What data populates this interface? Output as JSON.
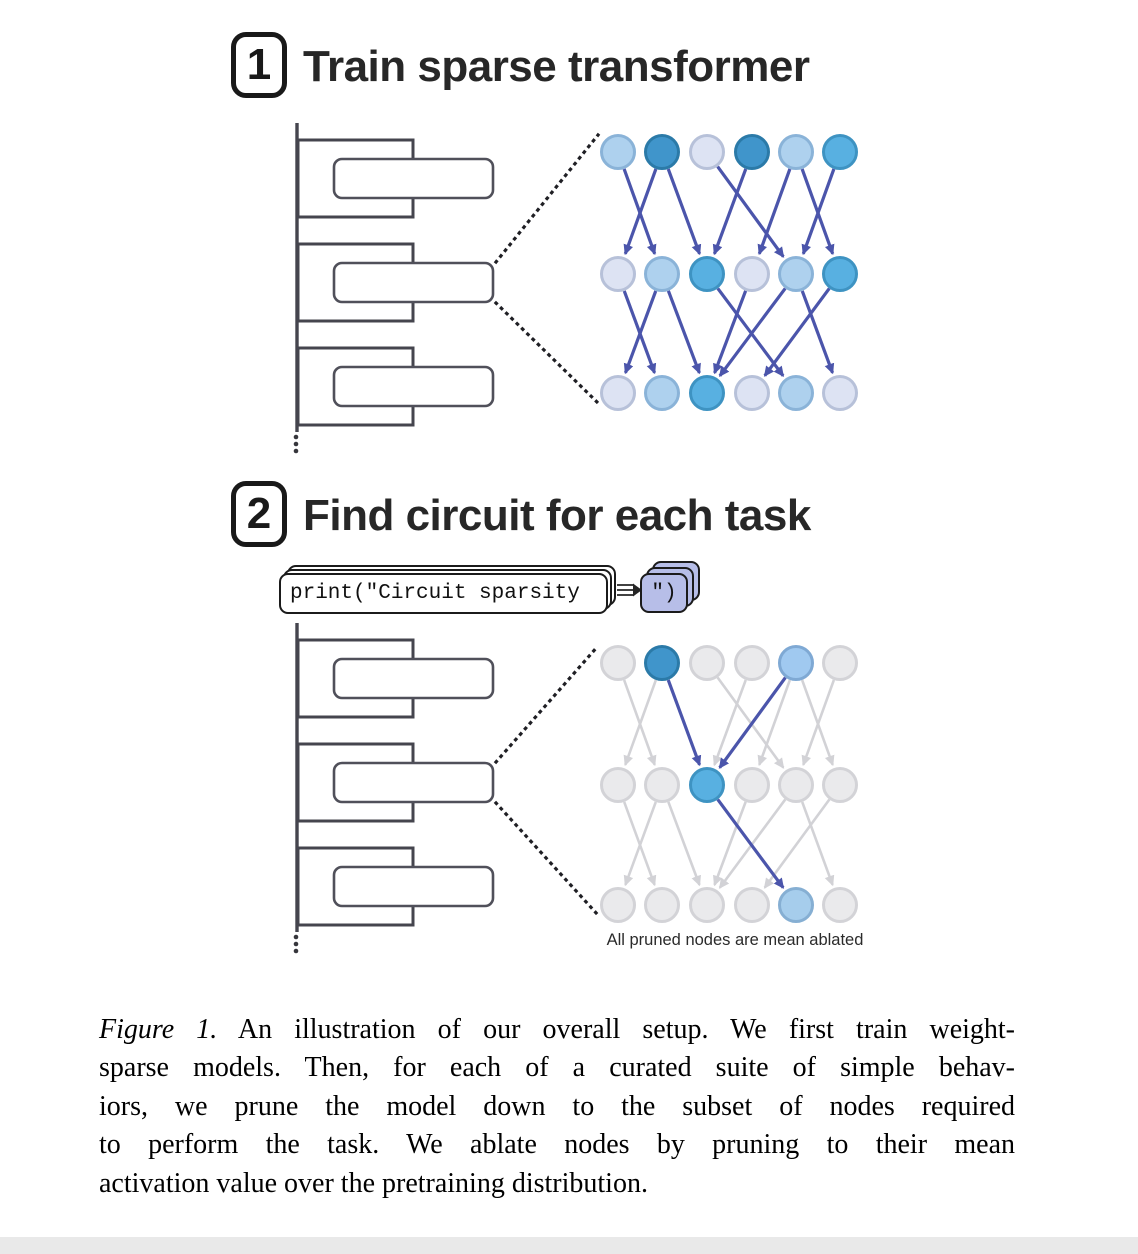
{
  "sections": [
    {
      "badge": "1",
      "title": "Train sparse transformer"
    },
    {
      "badge": "2",
      "title": "Find circuit for each task"
    }
  ],
  "code_card": {
    "text": "print(\"Circuit sparsity",
    "result": "\")"
  },
  "note": "All pruned nodes are mean ablated",
  "caption": {
    "label": "Figure 1.",
    "lines": [
      " An illustration of our overall setup. We first train weight-",
      "sparse models. Then, for each of a curated suite of simple behav-",
      "iors, we prune the model down to the subset of nodes required",
      "to perform the task.  We ablate nodes by pruning to their mean",
      "activation value over the pretraining distribution."
    ]
  },
  "palette": {
    "dark": {
      "fill": "#4095cb",
      "stroke": "#2b7aa8"
    },
    "medium": {
      "fill": "#58b0e1",
      "stroke": "#3e93c2"
    },
    "light": {
      "fill": "#aed1ee",
      "stroke": "#8ab3d8"
    },
    "pale": {
      "fill": "#dde3f3",
      "stroke": "#b7c1d9"
    },
    "light2": {
      "fill": "#a0c9f0",
      "stroke": "#7fa9d4"
    },
    "light3": {
      "fill": "#a6cdec",
      "stroke": "#86afd3"
    },
    "gray": {
      "fill": "#eaeaec",
      "stroke": "#d3d3d7"
    },
    "edge_active": "#4b55ab",
    "edge_gray": "#d2d2d6",
    "block_stroke": "#45454e",
    "dotted_line": "#1f1f24"
  },
  "networks": [
    {
      "name": "trained-network",
      "rows": [
        [
          "light",
          "dark",
          "pale",
          "dark",
          "light",
          "medium"
        ],
        [
          "pale",
          "light",
          "medium",
          "pale",
          "light",
          "medium"
        ],
        [
          "pale",
          "light",
          "medium",
          "pale",
          "light",
          "pale"
        ]
      ],
      "edges": [
        {
          "f": [
            0,
            0
          ],
          "t": [
            1,
            1
          ],
          "on": true
        },
        {
          "f": [
            0,
            1
          ],
          "t": [
            1,
            0
          ],
          "on": true
        },
        {
          "f": [
            0,
            1
          ],
          "t": [
            1,
            2
          ],
          "on": true
        },
        {
          "f": [
            0,
            2
          ],
          "t": [
            1,
            4
          ],
          "on": true
        },
        {
          "f": [
            0,
            3
          ],
          "t": [
            1,
            2
          ],
          "on": true
        },
        {
          "f": [
            0,
            4
          ],
          "t": [
            1,
            3
          ],
          "on": true
        },
        {
          "f": [
            0,
            4
          ],
          "t": [
            1,
            5
          ],
          "on": true
        },
        {
          "f": [
            0,
            5
          ],
          "t": [
            1,
            4
          ],
          "on": true
        },
        {
          "f": [
            1,
            0
          ],
          "t": [
            2,
            1
          ],
          "on": true
        },
        {
          "f": [
            1,
            1
          ],
          "t": [
            2,
            0
          ],
          "on": true
        },
        {
          "f": [
            1,
            1
          ],
          "t": [
            2,
            2
          ],
          "on": true
        },
        {
          "f": [
            1,
            2
          ],
          "t": [
            2,
            4
          ],
          "on": true
        },
        {
          "f": [
            1,
            3
          ],
          "t": [
            2,
            2
          ],
          "on": true
        },
        {
          "f": [
            1,
            4
          ],
          "t": [
            2,
            2
          ],
          "on": true
        },
        {
          "f": [
            1,
            4
          ],
          "t": [
            2,
            5
          ],
          "on": true
        },
        {
          "f": [
            1,
            5
          ],
          "t": [
            2,
            3
          ],
          "on": true
        }
      ]
    },
    {
      "name": "pruned-circuit-network",
      "rows": [
        [
          "gray",
          "dark",
          "gray",
          "gray",
          "light2",
          "gray"
        ],
        [
          "gray",
          "gray",
          "medium",
          "gray",
          "gray",
          "gray"
        ],
        [
          "gray",
          "gray",
          "gray",
          "gray",
          "light3",
          "gray"
        ]
      ],
      "edges": [
        {
          "f": [
            0,
            0
          ],
          "t": [
            1,
            1
          ],
          "on": false
        },
        {
          "f": [
            0,
            1
          ],
          "t": [
            1,
            0
          ],
          "on": false
        },
        {
          "f": [
            0,
            2
          ],
          "t": [
            1,
            4
          ],
          "on": false
        },
        {
          "f": [
            0,
            3
          ],
          "t": [
            1,
            2
          ],
          "on": false
        },
        {
          "f": [
            0,
            4
          ],
          "t": [
            1,
            3
          ],
          "on": false
        },
        {
          "f": [
            0,
            4
          ],
          "t": [
            1,
            5
          ],
          "on": false
        },
        {
          "f": [
            0,
            5
          ],
          "t": [
            1,
            4
          ],
          "on": false
        },
        {
          "f": [
            1,
            0
          ],
          "t": [
            2,
            1
          ],
          "on": false
        },
        {
          "f": [
            1,
            1
          ],
          "t": [
            2,
            0
          ],
          "on": false
        },
        {
          "f": [
            1,
            1
          ],
          "t": [
            2,
            2
          ],
          "on": false
        },
        {
          "f": [
            1,
            3
          ],
          "t": [
            2,
            2
          ],
          "on": false
        },
        {
          "f": [
            1,
            4
          ],
          "t": [
            2,
            2
          ],
          "on": false
        },
        {
          "f": [
            1,
            4
          ],
          "t": [
            2,
            5
          ],
          "on": false
        },
        {
          "f": [
            1,
            5
          ],
          "t": [
            2,
            3
          ],
          "on": false
        },
        {
          "f": [
            0,
            1
          ],
          "t": [
            1,
            2
          ],
          "on": true
        },
        {
          "f": [
            0,
            4
          ],
          "t": [
            1,
            2
          ],
          "on": true
        },
        {
          "f": [
            1,
            2
          ],
          "t": [
            2,
            4
          ],
          "on": true
        }
      ]
    }
  ]
}
